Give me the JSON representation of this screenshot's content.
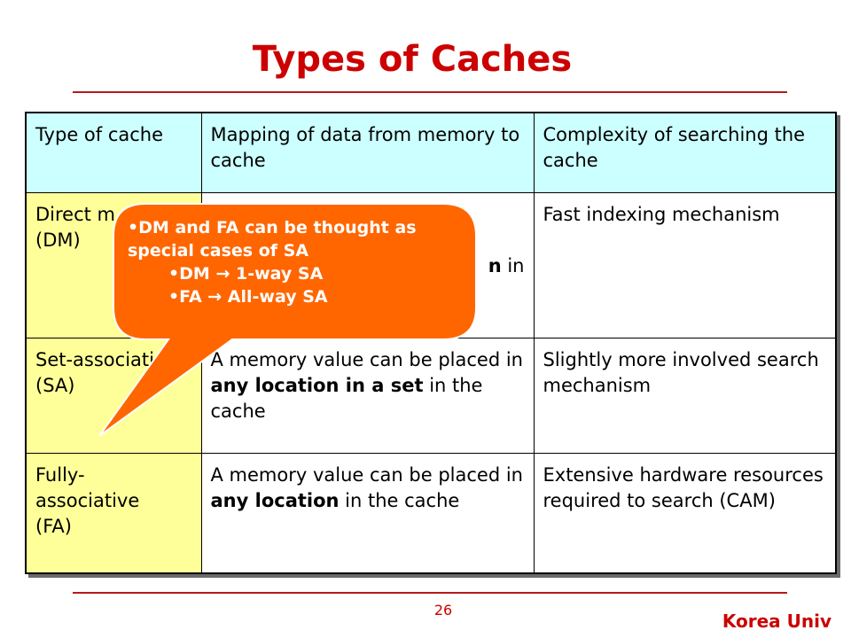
{
  "slide": {
    "title": "Types of Caches",
    "page_number": "26",
    "organization": "Korea Univ"
  },
  "table": {
    "headers": [
      "Type of cache",
      "Mapping of data from memory to cache",
      "Complexity of searching the cache"
    ],
    "rows": [
      {
        "type": "Direct m\n(DM)",
        "mapping_parts": [
          {
            "text": "",
            "bold": false
          },
          {
            "text": "n",
            "bold": true
          },
          {
            "text": " in",
            "bold": false
          }
        ],
        "complexity": "Fast indexing mechanism"
      },
      {
        "type": "Set-associati\n(SA)",
        "mapping_parts": [
          {
            "text": "A memory value can be placed in ",
            "bold": false
          },
          {
            "text": "any location in a set",
            "bold": true
          },
          {
            "text": " in the cache",
            "bold": false
          }
        ],
        "complexity": "Slightly more involved search mechanism"
      },
      {
        "type": "Fully-\nassociative\n(FA)",
        "mapping_parts": [
          {
            "text": "A memory value can be placed in ",
            "bold": false
          },
          {
            "text": "any location",
            "bold": true
          },
          {
            "text": " in the cache",
            "bold": false
          }
        ],
        "complexity": "Extensive hardware resources required to search (CAM)"
      }
    ]
  },
  "callout": {
    "bullets": [
      {
        "text": "DM and FA can be thought as special cases of SA",
        "level": 1
      },
      {
        "text": "DM → 1-way SA",
        "level": 2
      },
      {
        "text": "FA → All-way SA",
        "level": 2
      }
    ]
  },
  "colors": {
    "title": "#cc0000",
    "header_fill": "#ccffff",
    "type_fill": "#ffff99",
    "callout_fill": "#ff6600"
  }
}
